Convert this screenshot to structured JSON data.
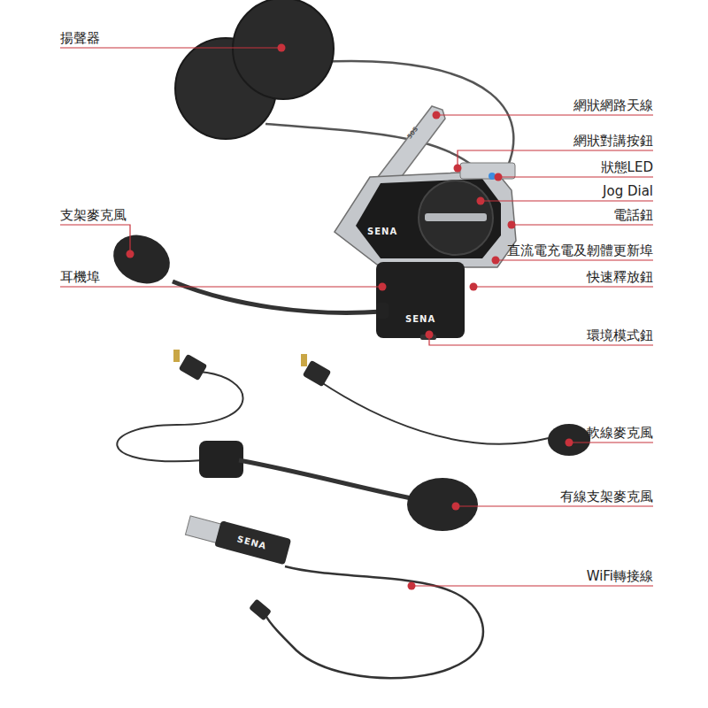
{
  "diagram": {
    "labels": [
      "揚聲器",
      "網狀網路天線",
      "網狀對講按鈕",
      "狀態LED",
      "Jog Dial",
      "支架麥克風",
      "電話鈕",
      "直流電充電及韌體更新埠",
      "耳機埠",
      "快速釋放鈕",
      "環境模式鈕",
      "軟線麥克風",
      "有線支架麥克風",
      "WiFi轉接線",
      "SENA",
      "SENA",
      "SENA",
      "50S"
    ]
  }
}
